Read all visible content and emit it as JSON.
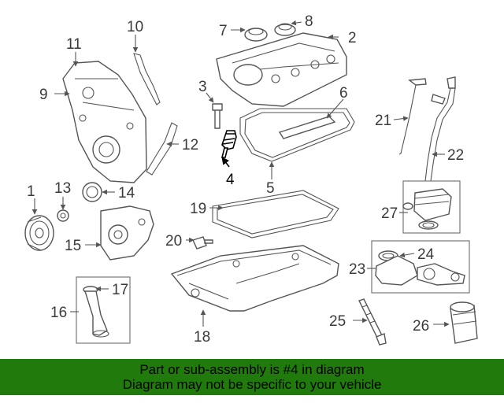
{
  "callouts": {
    "c1": "1",
    "c2": "2",
    "c3": "3",
    "c4": "4",
    "c5": "5",
    "c6": "6",
    "c7": "7",
    "c8": "8",
    "c9": "9",
    "c10": "10",
    "c11": "11",
    "c12": "12",
    "c13": "13",
    "c14": "14",
    "c15": "15",
    "c16": "16",
    "c17": "17",
    "c18": "18",
    "c19": "19",
    "c20": "20",
    "c21": "21",
    "c22": "22",
    "c23": "23",
    "c24": "24",
    "c25": "25",
    "c26": "26",
    "c27": "27"
  },
  "highlighted_part": "4",
  "banner": {
    "line1": "Part or sub-assembly is #4 in diagram",
    "line2": "Diagram may not be specific to your vehicle",
    "color": "#207a0c"
  }
}
